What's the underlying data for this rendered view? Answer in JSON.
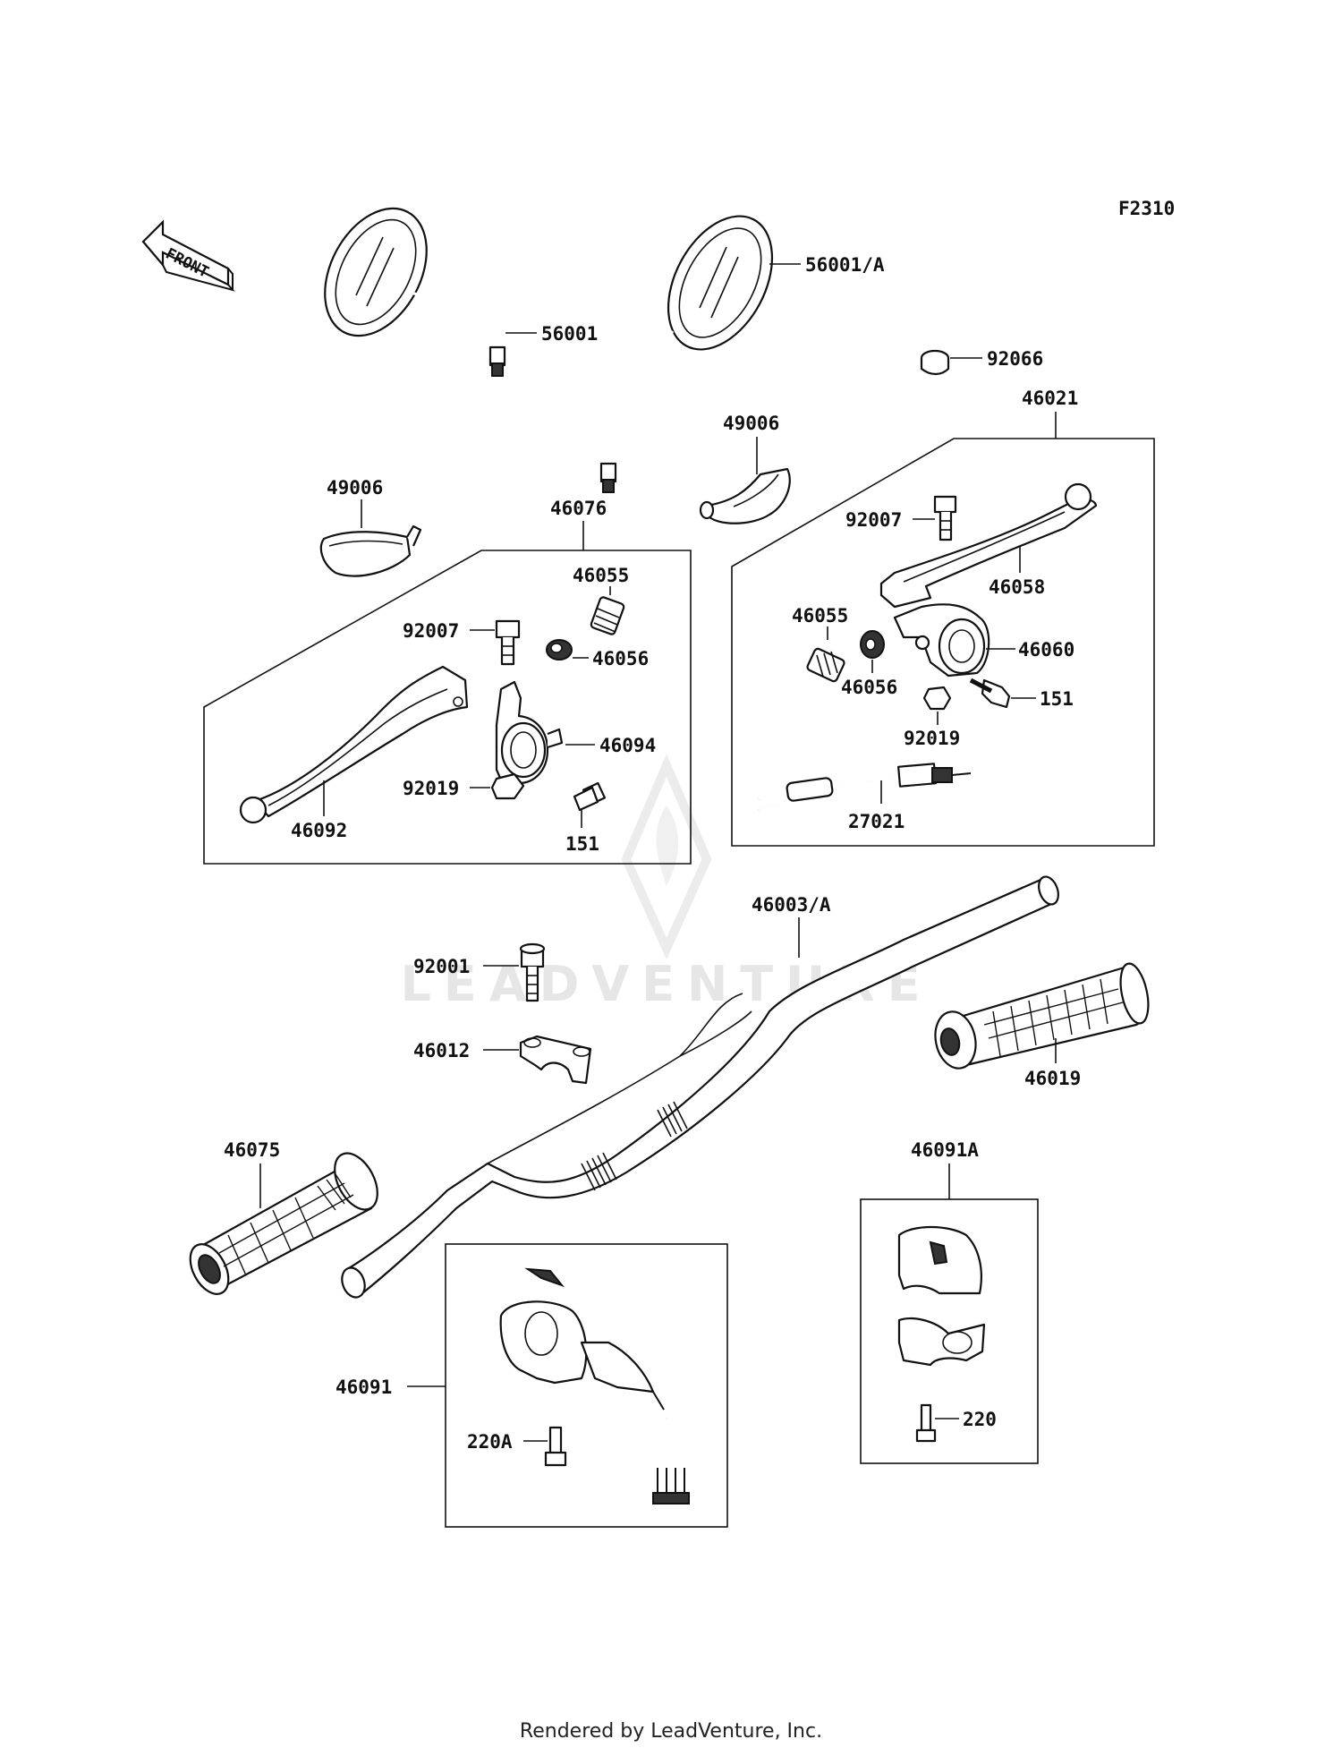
{
  "diagram_code": "F2310",
  "front_label": "FRONT",
  "watermark": "LEADVENTURE",
  "footer": "Rendered by LeadVenture, Inc.",
  "labels": {
    "56001": "56001",
    "56001A": "56001/A",
    "92066": "92066",
    "46021": "46021",
    "49006_left": "49006",
    "49006_right": "49006",
    "46076": "46076",
    "92007_left": "92007",
    "46055_left": "46055",
    "46056_left": "46056",
    "46094": "46094",
    "92019_left": "92019",
    "151_left": "151",
    "46092": "46092",
    "92007_right": "92007",
    "46058": "46058",
    "46055_right": "46055",
    "46060": "46060",
    "46056_right": "46056",
    "151_right": "151",
    "92019_right": "92019",
    "27021": "27021",
    "46003A": "46003/A",
    "92001": "92001",
    "46012": "46012",
    "46019": "46019",
    "46075": "46075",
    "46091A": "46091A",
    "46091": "46091",
    "220A": "220A",
    "220": "220"
  }
}
